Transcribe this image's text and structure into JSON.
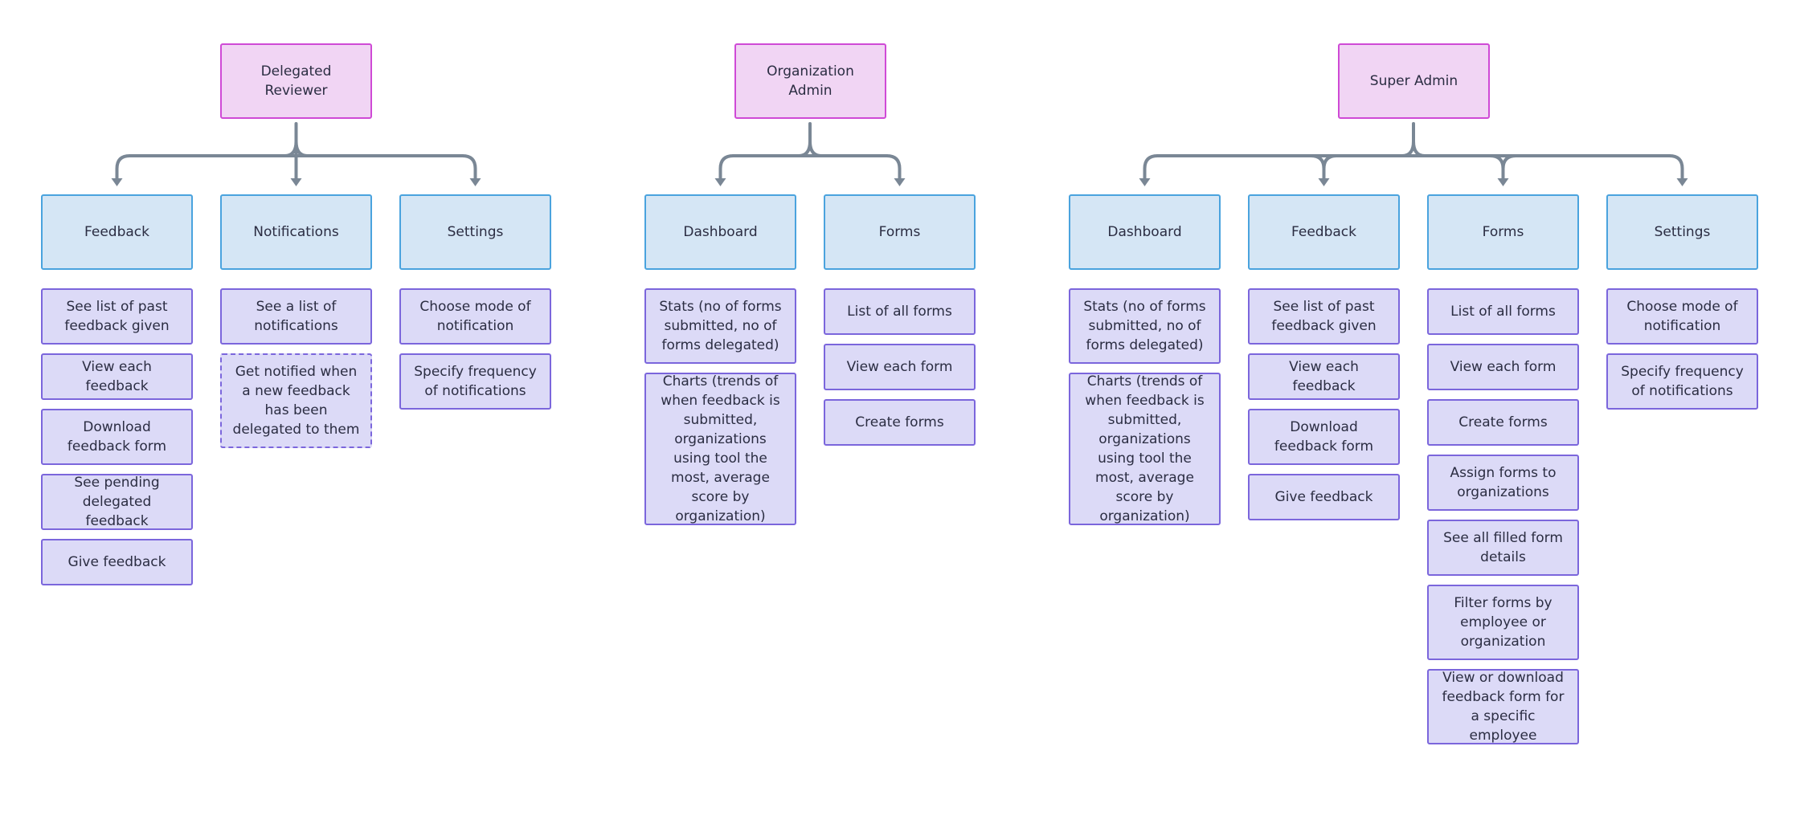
{
  "colors": {
    "root_fill": "#f1d5f4",
    "root_border": "#cf4ad6",
    "category_fill": "#d5e6f5",
    "category_border": "#4aa3de",
    "item_fill": "#dcdaf7",
    "item_border": "#7b66dc",
    "connector": "#7a8795"
  },
  "trees": [
    {
      "root": "Delegated Reviewer",
      "categories": [
        {
          "label": "Feedback",
          "items": [
            {
              "text": "See list of past feedback given"
            },
            {
              "text": "View each feedback"
            },
            {
              "text": "Download feedback form"
            },
            {
              "text": "See pending delegated feedback"
            },
            {
              "text": "Give feedback"
            }
          ]
        },
        {
          "label": "Notifications",
          "items": [
            {
              "text": "See a list of notifications"
            },
            {
              "text": "Get notified when a new feedback has been delegated to them",
              "dashed": true
            }
          ]
        },
        {
          "label": "Settings",
          "items": [
            {
              "text": "Choose mode of notification"
            },
            {
              "text": "Specify frequency of notifications"
            }
          ]
        }
      ]
    },
    {
      "root": "Organization Admin",
      "categories": [
        {
          "label": "Dashboard",
          "items": [
            {
              "text": "Stats (no of forms submitted, no of forms delegated)"
            },
            {
              "text": "Charts (trends of when feedback is submitted, organizations using tool the most, average score by organization)"
            }
          ]
        },
        {
          "label": "Forms",
          "items": [
            {
              "text": "List of all forms"
            },
            {
              "text": "View each form"
            },
            {
              "text": "Create forms"
            }
          ]
        }
      ]
    },
    {
      "root": "Super Admin",
      "categories": [
        {
          "label": "Dashboard",
          "items": [
            {
              "text": "Stats (no of forms submitted, no of forms delegated)"
            },
            {
              "text": "Charts (trends of when feedback is submitted, organizations using tool the most, average score by organization)"
            }
          ]
        },
        {
          "label": "Feedback",
          "items": [
            {
              "text": "See list of past feedback given"
            },
            {
              "text": "View each feedback"
            },
            {
              "text": "Download feedback form"
            },
            {
              "text": "Give feedback"
            }
          ]
        },
        {
          "label": "Forms",
          "items": [
            {
              "text": "List of all forms"
            },
            {
              "text": "View each form"
            },
            {
              "text": "Create forms"
            },
            {
              "text": "Assign forms to organizations"
            },
            {
              "text": "See all filled form details"
            },
            {
              "text": "Filter forms by employee or organization"
            },
            {
              "text": "View or download feedback form for a specific employee"
            }
          ]
        },
        {
          "label": "Settings",
          "items": [
            {
              "text": "Choose mode of notification"
            },
            {
              "text": "Specify frequency of notifications"
            }
          ]
        }
      ]
    }
  ]
}
